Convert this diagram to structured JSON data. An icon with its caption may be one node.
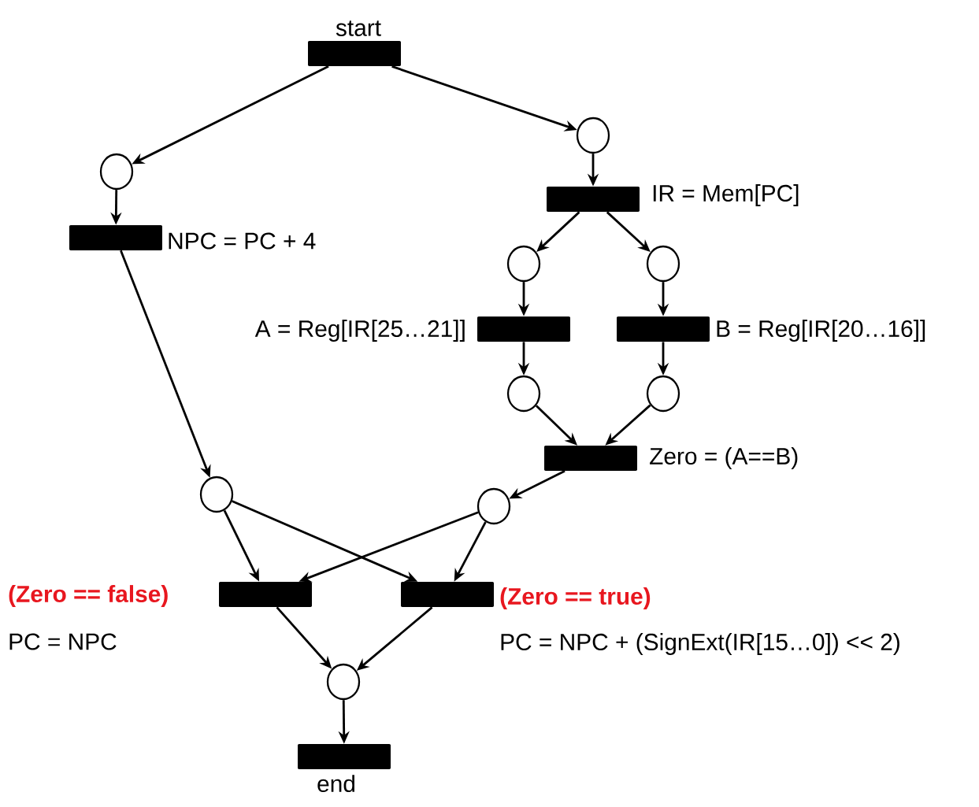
{
  "diagram": {
    "nodes": [
      {
        "text": [],
        "shape": "bar",
        "beside": [
          "start"
        ]
      },
      {
        "text": [],
        "shape": "circle"
      },
      {
        "text": [],
        "shape": "circle"
      },
      {
        "text": [],
        "shape": "bar",
        "beside": [
          "NPC = PC + 4"
        ]
      },
      {
        "text": [],
        "shape": "bar",
        "beside": [
          "IR = Mem[PC]"
        ]
      },
      {
        "text": [],
        "shape": "circle"
      },
      {
        "text": [],
        "shape": "circle"
      },
      {
        "text": [],
        "shape": "bar",
        "beside": [
          "A = Reg[IR[25…21]]"
        ]
      },
      {
        "text": [],
        "shape": "bar",
        "beside": [
          "B = Reg[IR[20…16]]"
        ]
      },
      {
        "text": [],
        "shape": "circle"
      },
      {
        "text": [],
        "shape": "circle"
      },
      {
        "text": [],
        "shape": "bar",
        "beside": [
          "Zero = (A==B)"
        ]
      },
      {
        "text": [],
        "shape": "circle"
      },
      {
        "text": [],
        "shape": "circle"
      },
      {
        "text": [],
        "shape": "bar",
        "beside": [
          "(Zero == false)",
          "PC = NPC"
        ]
      },
      {
        "text": [],
        "shape": "bar",
        "beside": [
          "(Zero == true)",
          "PC = NPC + (SignExt(IR[15…0]) << 2)"
        ]
      },
      {
        "text": [],
        "shape": "circle"
      },
      {
        "text": [],
        "shape": "bar",
        "beside": [
          "end"
        ]
      }
    ],
    "edges": [
      {
        "from": 0,
        "to": 1,
        "arrow": "to"
      },
      {
        "from": 0,
        "to": 2,
        "arrow": "to"
      },
      {
        "from": 1,
        "to": 3,
        "arrow": "to"
      },
      {
        "from": 2,
        "to": 4,
        "arrow": "to"
      },
      {
        "from": 3,
        "to": 12,
        "arrow": "to"
      },
      {
        "from": 4,
        "to": 5,
        "arrow": "to"
      },
      {
        "from": 4,
        "to": 6,
        "arrow": "to"
      },
      {
        "from": 5,
        "to": 7,
        "arrow": "to"
      },
      {
        "from": 6,
        "to": 8,
        "arrow": "to"
      },
      {
        "from": 7,
        "to": 9,
        "arrow": "to"
      },
      {
        "from": 8,
        "to": 10,
        "arrow": "to"
      },
      {
        "from": 9,
        "to": 11,
        "arrow": "to"
      },
      {
        "from": 10,
        "to": 11,
        "arrow": "to"
      },
      {
        "from": 11,
        "to": 13,
        "arrow": "to"
      },
      {
        "from": 12,
        "to": 14,
        "arrow": "to"
      },
      {
        "from": 12,
        "to": 15,
        "arrow": "to"
      },
      {
        "from": 13,
        "to": 14,
        "arrow": "to"
      },
      {
        "from": 13,
        "to": 15,
        "arrow": "to"
      },
      {
        "from": 14,
        "to": 16,
        "arrow": "to"
      },
      {
        "from": 15,
        "to": 16,
        "arrow": "to"
      },
      {
        "from": 16,
        "to": 17,
        "arrow": "to"
      }
    ]
  }
}
